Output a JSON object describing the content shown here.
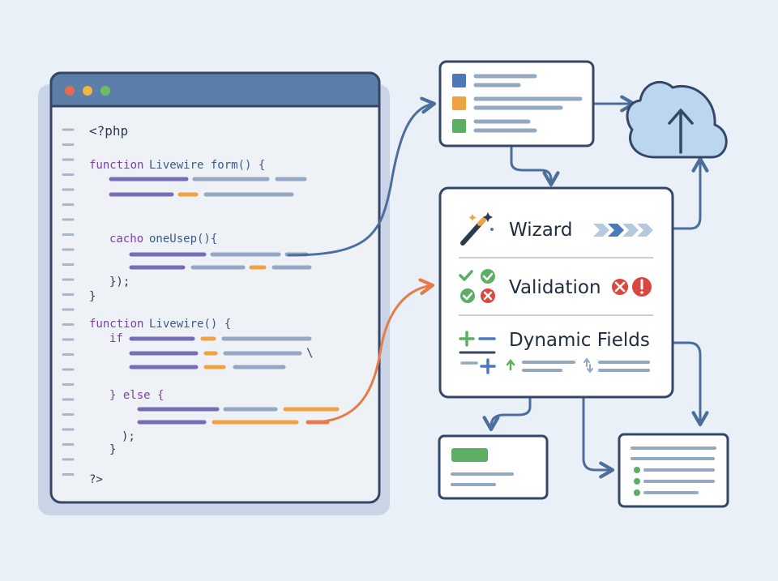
{
  "editor": {
    "window_buttons": [
      "close",
      "minimize",
      "maximize"
    ],
    "code_lines": {
      "open_tag": "<?php",
      "fn1_keyword": "function",
      "fn1_name": "Livewire form() {",
      "cacho": "cacho",
      "cacho_call": "oneUsep(){",
      "close_paren": "});",
      "close_brace1": "}",
      "fn2_keyword": "function",
      "fn2_name": "Livewire() {",
      "if_keyword": "if",
      "backslash": "\\",
      "else_line": "} else {",
      "close_paren2": ");",
      "close_brace2": "}",
      "close_tag": "?>"
    }
  },
  "panel": {
    "wizard_label": "Wizard",
    "validation_label": "Validation",
    "dynamic_label": "Dynamic Fields"
  },
  "icons": {
    "cloud": "cloud-upload-icon",
    "wand": "magic-wand-icon",
    "checks": "check-circles-icon",
    "error": "error-icons",
    "plusminus": "plus-minus-icon"
  },
  "colors": {
    "blue": "#4d79b8",
    "orange": "#f0a142",
    "green": "#5cae63",
    "red": "#d9473f",
    "arrow_blue": "#4b6e9c",
    "arrow_orange": "#e57c4a",
    "purple": "#7a6cb5"
  }
}
